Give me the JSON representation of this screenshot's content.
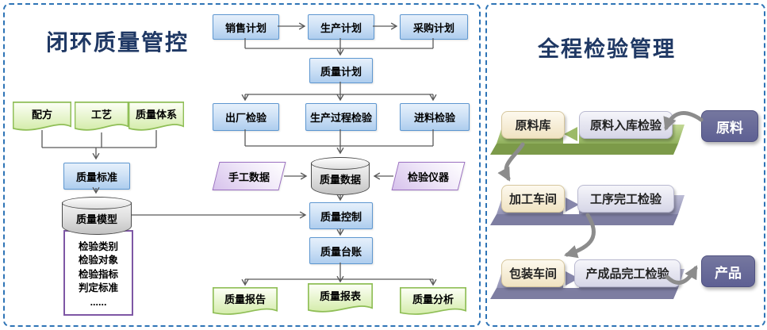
{
  "left": {
    "title": "闭环质量管控",
    "nodes": {
      "sales_plan": "销售计划",
      "production_plan": "生产计划",
      "purchase_plan": "采购计划",
      "quality_plan": "质量计划",
      "factory_inspection": "出厂检验",
      "process_inspection": "生产过程检验",
      "incoming_inspection": "进料检验",
      "manual_data": "手工数据",
      "quality_data": "质量数据",
      "inspection_instrument": "检验仪器",
      "quality_control": "质量控制",
      "quality_ledger": "质量台账",
      "quality_report": "质量报告",
      "quality_sheet": "质量报表",
      "quality_analysis": "质量分析",
      "recipe": "配方",
      "craft": "工艺",
      "quality_system": "质量体系",
      "quality_standard": "质量标准",
      "quality_model": "质量模型"
    },
    "model_details": [
      "检验类别",
      "检验对象",
      "检验指标",
      "判定标准",
      "......"
    ]
  },
  "right": {
    "title": "全程检验管理",
    "rows": [
      {
        "station": "原料库",
        "inspection": "原料入库检验"
      },
      {
        "station": "加工车间",
        "inspection": "工序完工检验"
      },
      {
        "station": "包装车间",
        "inspection": "产成品完工检验"
      }
    ],
    "materials": {
      "input": "原料",
      "output": "产品"
    }
  },
  "colors": {
    "title": "#1f3864",
    "panel_border": "#2e74b6",
    "process_box_border": "#5e97d0",
    "document_border": "#8fbe56",
    "connector": "#595959",
    "flow_arrow": "#8c8c8c",
    "bar_green": "#a6c573",
    "bar_purple": "#a9a9c7",
    "external_box": "#67699b"
  }
}
